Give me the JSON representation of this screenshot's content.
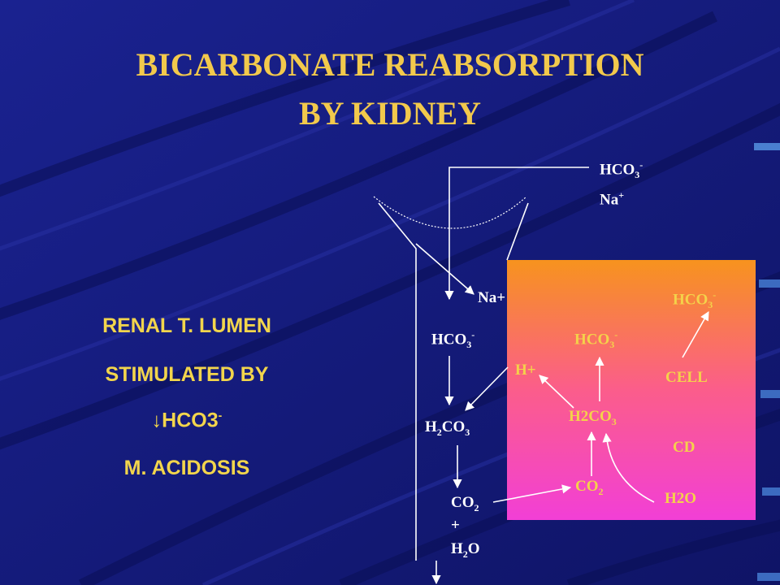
{
  "title": {
    "line1": "BICARBONATE REABSORPTION",
    "line2": "BY KIDNEY"
  },
  "left_panel": {
    "line1": "RENAL T. LUMEN",
    "line2": "STIMULATED BY",
    "line3_arrow": "↓",
    "line3_text": "HCO3",
    "line3_sup": "-",
    "line4": "M. ACIDOSIS"
  },
  "diagram": {
    "blood_hco3": "HCO",
    "blood_hco3_sub": "3",
    "blood_hco3_sup": "-",
    "blood_na": "Na",
    "blood_na_sup": "+",
    "lumen_na": "Na+",
    "lumen_hco3": "HCO",
    "lumen_hco3_sub": "3",
    "lumen_hco3_sup": "-",
    "lumen_h2co3_a": "H",
    "lumen_h2co3_sub1": "2",
    "lumen_h2co3_b": "CO",
    "lumen_h2co3_sub2": "3",
    "lumen_co2": "CO",
    "lumen_co2_sub": "2",
    "lumen_plus": "+",
    "lumen_h2o_a": "H",
    "lumen_h2o_sub": "2",
    "lumen_h2o_b": "O",
    "cell_hco3_out": "HCO",
    "cell_hco3_out_sub": "3",
    "cell_hco3_out_sup": "-",
    "cell_hco3": "HCO",
    "cell_hco3_sub": "3",
    "cell_hco3_sup": "-",
    "cell_h": "H+",
    "cell_label": "CELL",
    "cell_h2co3": "H2CO",
    "cell_h2co3_sub": "3",
    "cell_cd": "CD",
    "cell_co2": "CO",
    "cell_co2_sub": "2",
    "cell_h2o": "H2O"
  },
  "colors": {
    "background": "#141a7a",
    "title": "#f2c94c",
    "cell_gradient_top": "#f7931e",
    "cell_gradient_bottom": "#f23fd6"
  }
}
